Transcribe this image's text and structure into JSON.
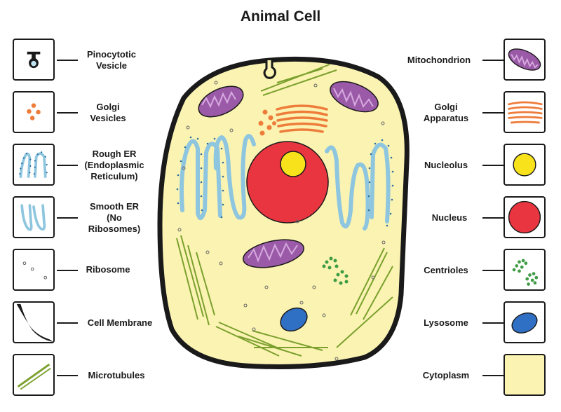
{
  "title": "Animal Cell",
  "left_labels": [
    "Pinocytotic\nVesicle",
    "Golgi\nVesicles",
    "Rough ER\n(Endoplasmic\nReticulum)",
    "Smooth ER\n(No\nRibosomes)",
    "Ribosome",
    "Cell Membrane",
    "Microtubules"
  ],
  "right_labels": [
    "Mitochondrion",
    "Golgi\nApparatus",
    "Nucleolus",
    "Nucleus",
    "Centrioles",
    "Lysosome",
    "Cytoplasm"
  ],
  "colors": {
    "cytoplasm": "#fbf3b2",
    "membrane": "#1a1a1a",
    "nucleus": "#e8353f",
    "nucleolus": "#f7e21c",
    "mitochondrion": "#9b5aa7",
    "golgi": "#ee7c3a",
    "er": "#8fc6df",
    "lysosome": "#2f6fc4",
    "centriole": "#3d9b43",
    "microtubule": "#7ba02e"
  }
}
